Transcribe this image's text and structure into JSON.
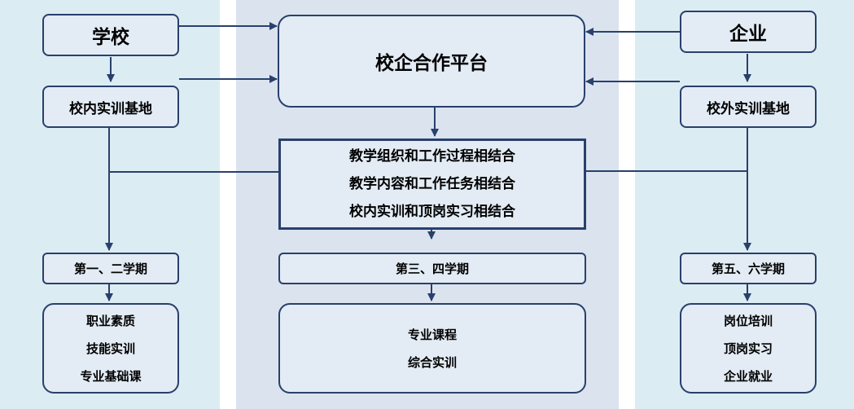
{
  "school": "学校",
  "enterprise": "企业",
  "platform": "校企合作平台",
  "school_base": "校内实训基地",
  "enterprise_base": "校外实训基地",
  "combinations": [
    "教学组织和工作过程相结合",
    "教学内容和工作任务相结合",
    "校内实训和顶岗实习相结合"
  ],
  "terms": {
    "left": "第一、二学期",
    "mid": "第三、四学期",
    "right": "第五、六学期"
  },
  "content": {
    "left": [
      "职业素质",
      "技能实训",
      "专业基础课"
    ],
    "mid": [
      "专业课程",
      "综合实训"
    ],
    "right": [
      "岗位培训",
      "顶岗实习",
      "企业就业"
    ]
  },
  "colors": {
    "border": "#29406c",
    "box_fill": "#e3ebf4",
    "side_panel": "#dcecf3",
    "mid_panel": "#dbe3ef"
  }
}
